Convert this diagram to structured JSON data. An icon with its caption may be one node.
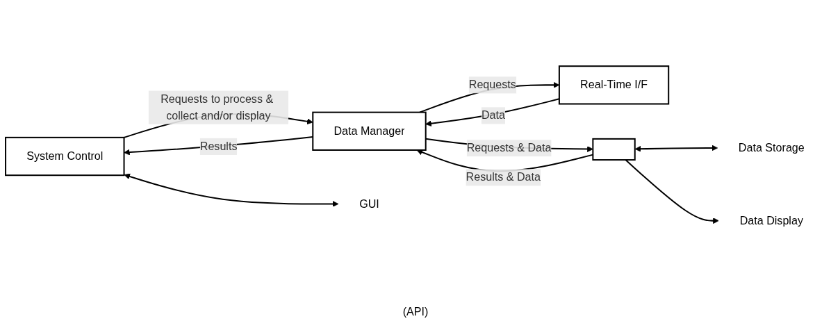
{
  "diagram": {
    "nodes": [
      {
        "text": [
          "System Control"
        ]
      },
      {
        "text": [
          "Data Manager"
        ]
      },
      {
        "text": [
          "Real-Time I/F"
        ]
      },
      {
        "text": [
          "GUI"
        ]
      },
      {
        "text": [],
        "shape": "box"
      },
      {
        "text": [
          "Data Storage"
        ]
      },
      {
        "text": [
          "Data Display"
        ]
      }
    ],
    "edges": [
      {
        "from": 0,
        "to": 1,
        "arrow": "to",
        "label": "Requests to process & collect and/or display"
      },
      {
        "from": 1,
        "to": 0,
        "arrow": "to",
        "label": "Results"
      },
      {
        "from": 1,
        "to": 2,
        "arrow": "to",
        "label": "Requests"
      },
      {
        "from": 2,
        "to": 1,
        "arrow": "to",
        "label": "Data"
      },
      {
        "from": 0,
        "to": 3,
        "arrow": "both"
      },
      {
        "from": 1,
        "to": 4,
        "arrow": "to",
        "label": "Requests & Data"
      },
      {
        "from": 4,
        "to": 1,
        "arrow": "to",
        "label": "Results & Data"
      },
      {
        "from": 4,
        "to": 5,
        "arrow": "both"
      },
      {
        "from": 4,
        "to": 6,
        "arrow": "to"
      }
    ],
    "labels": [
      "(API)"
    ]
  }
}
